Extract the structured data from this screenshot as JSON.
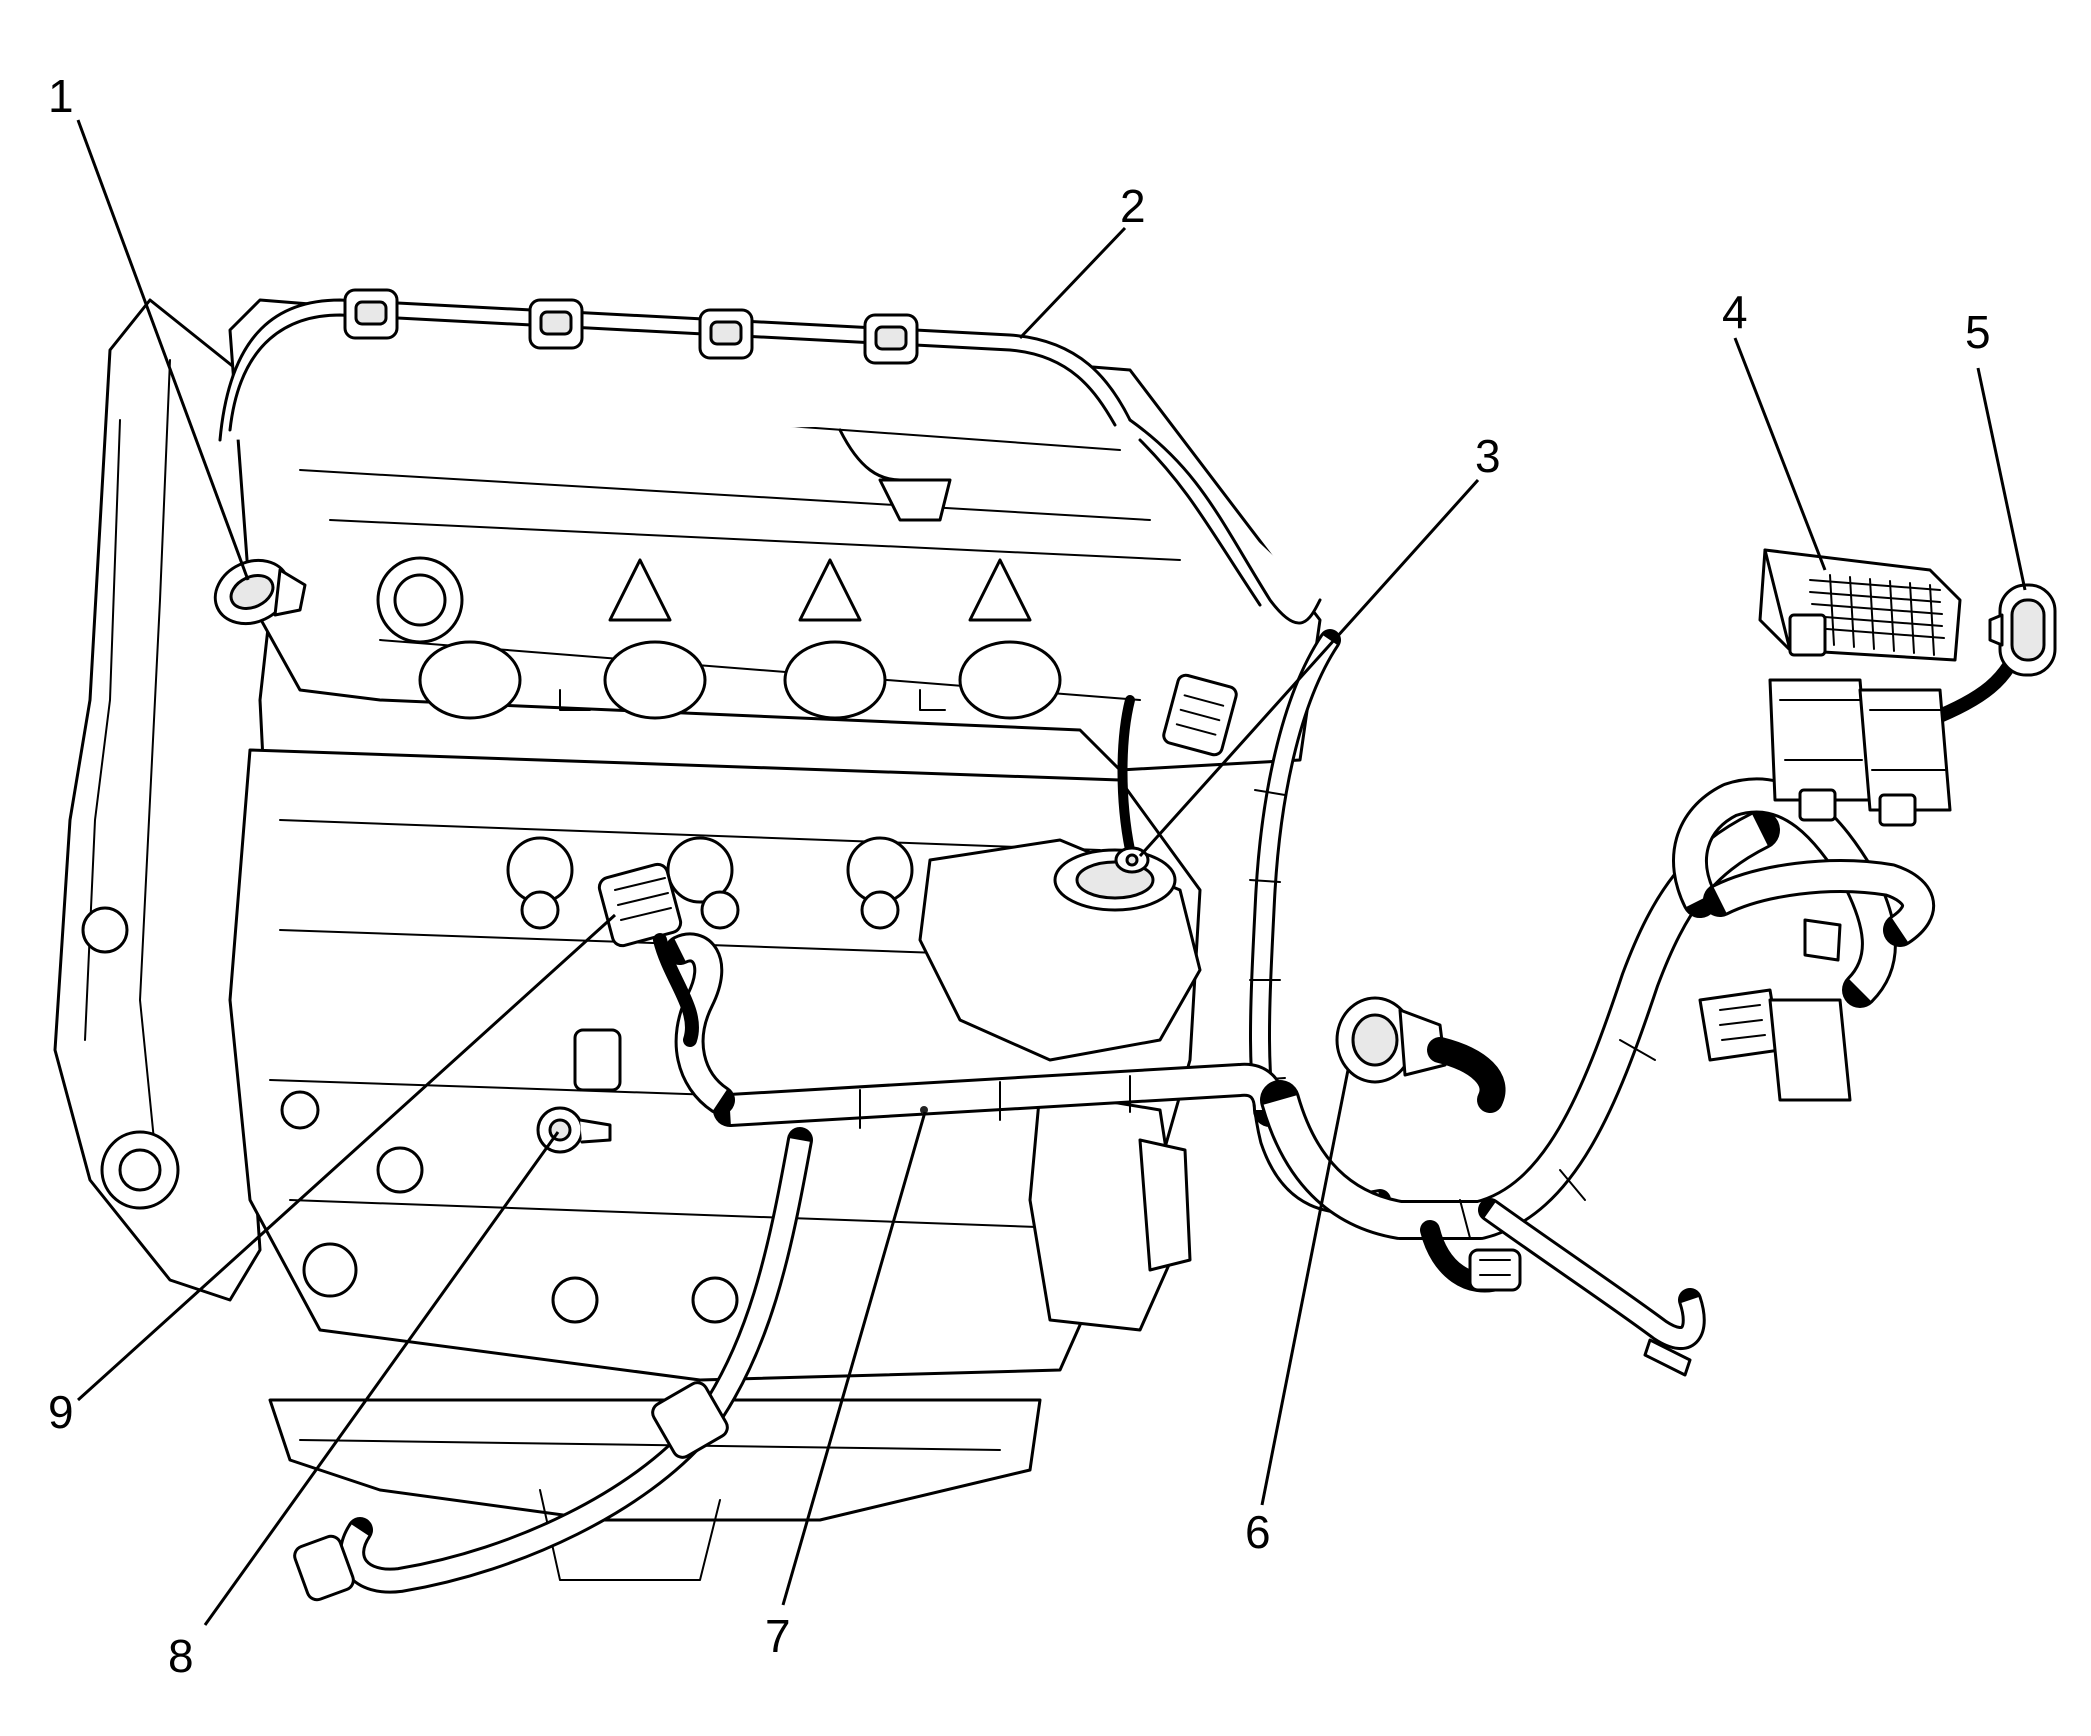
{
  "callouts": [
    {
      "id": "1",
      "label": "1"
    },
    {
      "id": "2",
      "label": "2"
    },
    {
      "id": "3",
      "label": "3"
    },
    {
      "id": "4",
      "label": "4"
    },
    {
      "id": "5",
      "label": "5"
    },
    {
      "id": "6",
      "label": "6"
    },
    {
      "id": "7",
      "label": "7"
    },
    {
      "id": "8",
      "label": "8"
    },
    {
      "id": "9",
      "label": "9"
    }
  ],
  "colors": {
    "line": "#000000",
    "background": "#ffffff",
    "shade": "#e8e8e8"
  }
}
